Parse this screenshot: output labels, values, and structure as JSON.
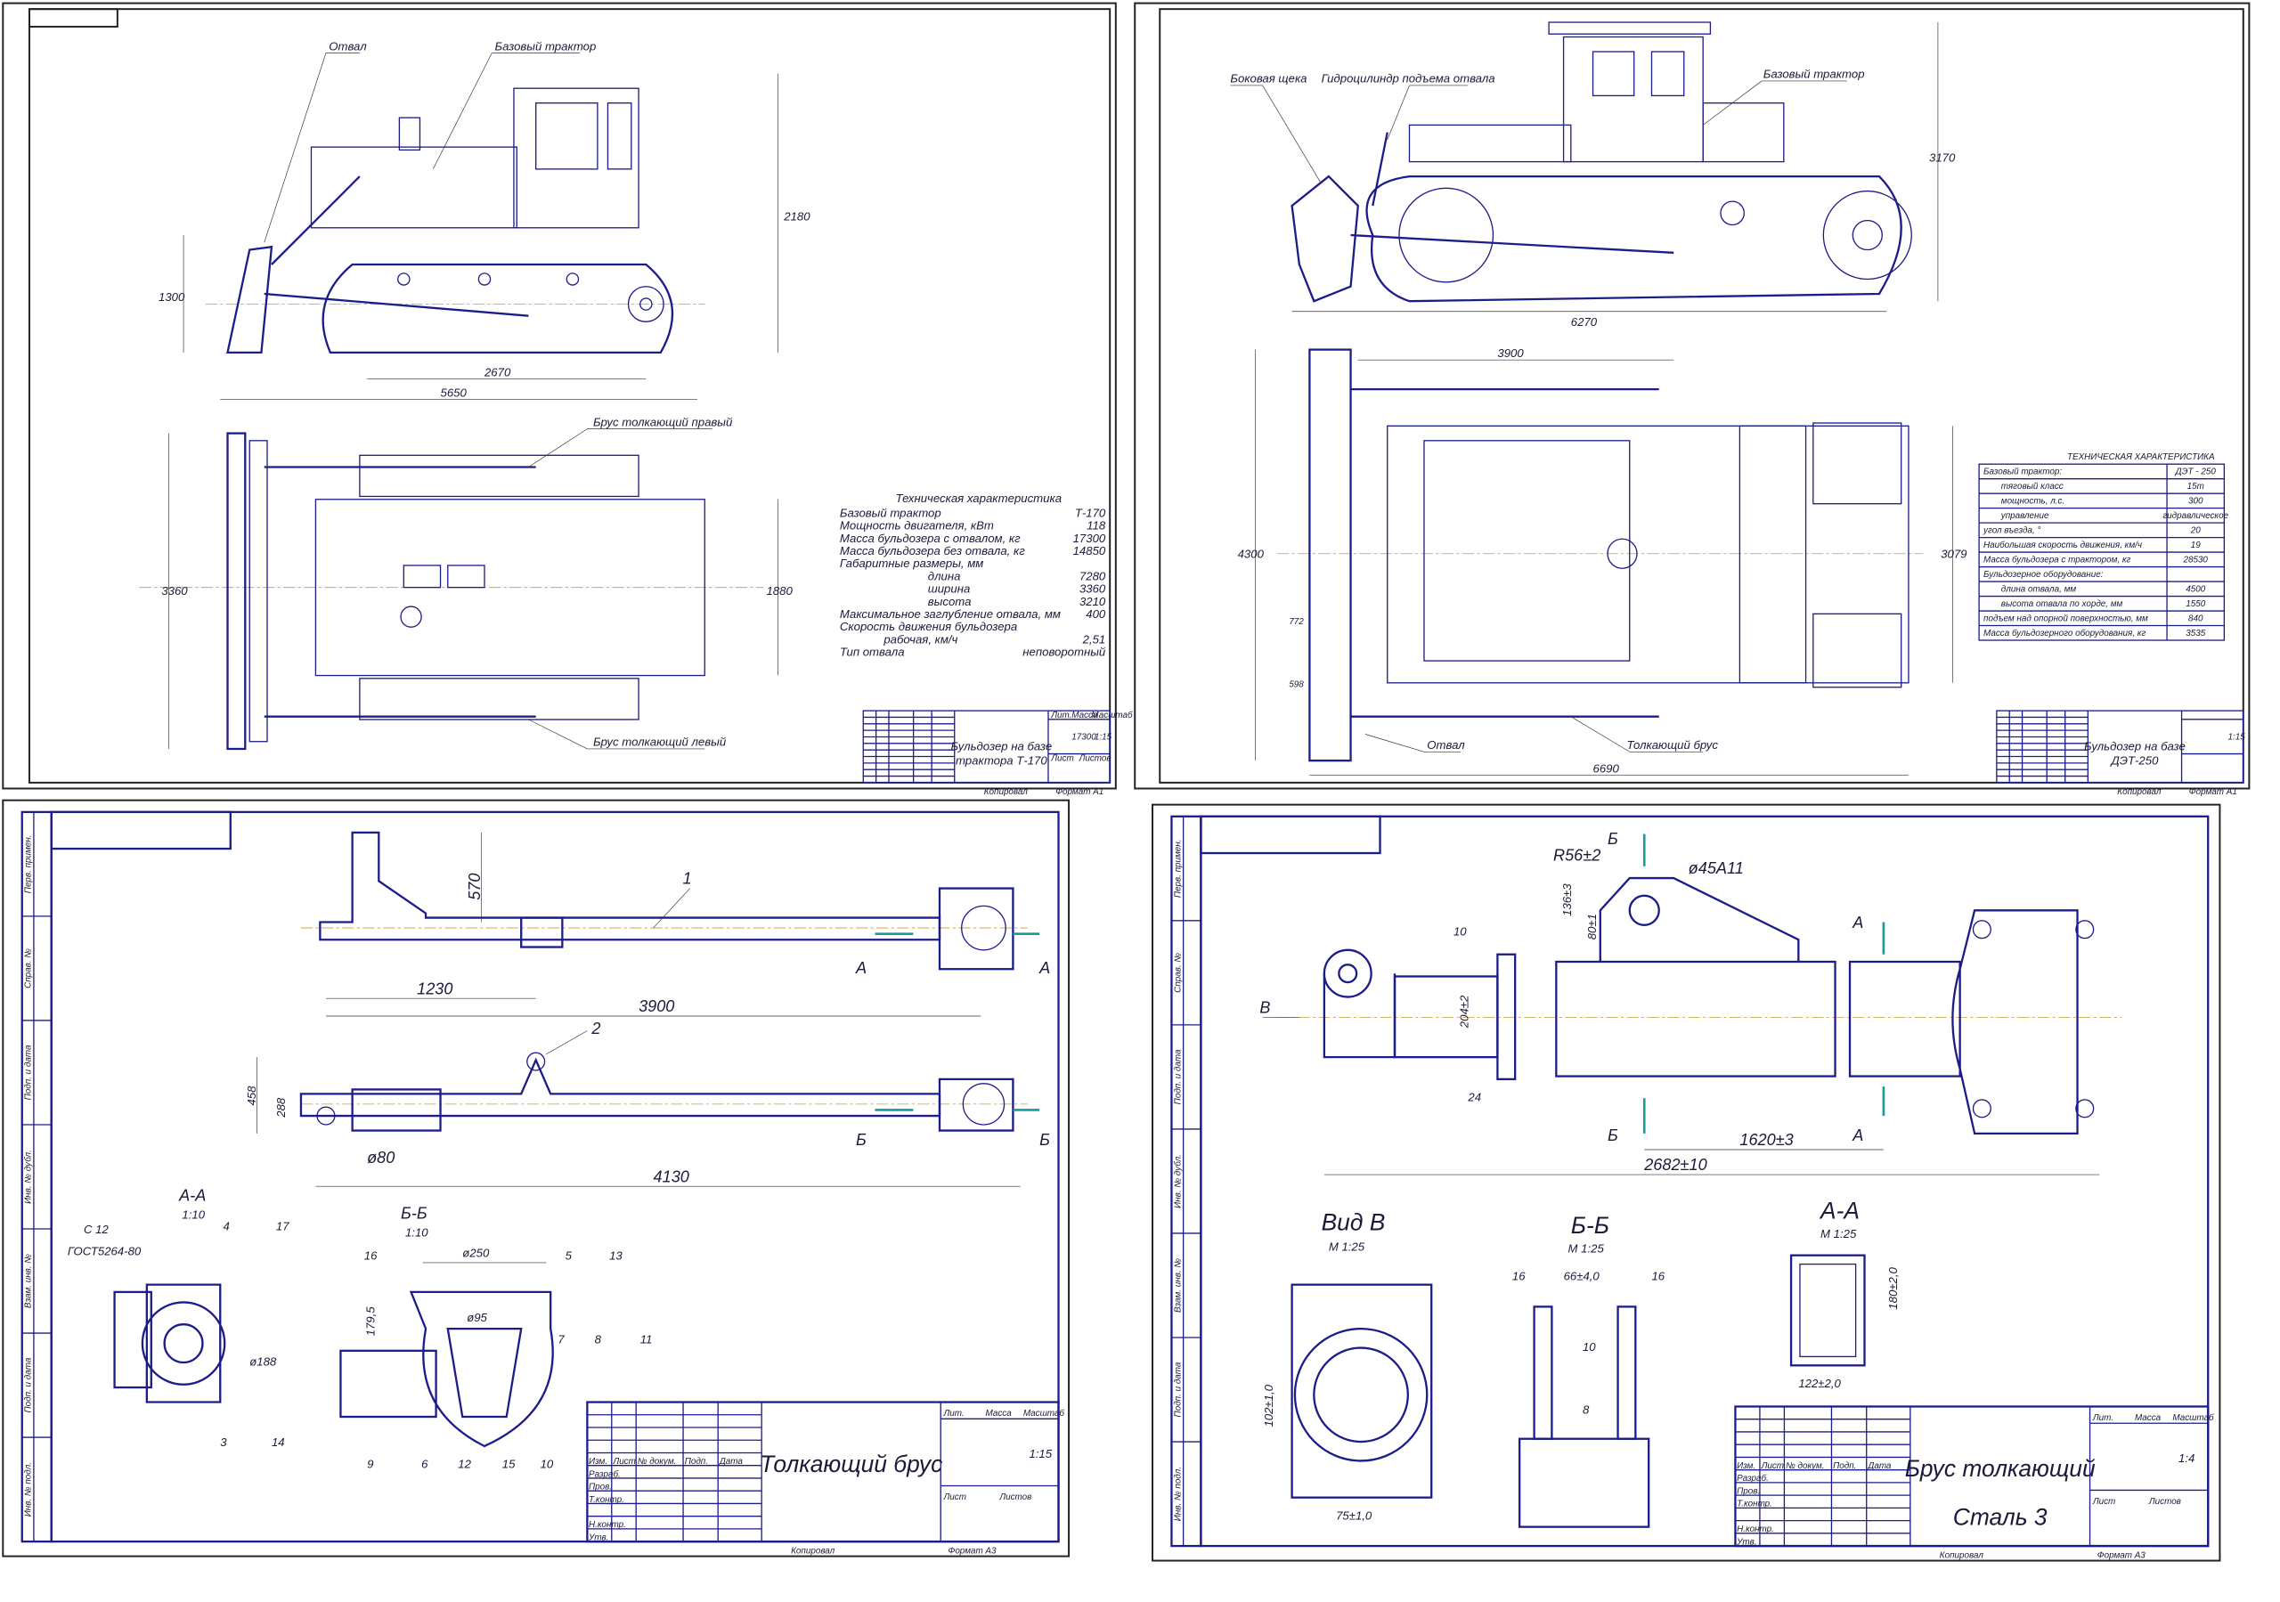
{
  "sheet1": {
    "callouts": {
      "blade": "Отвал",
      "base_tractor": "Базовый трактор",
      "right_bar": "Брус толкающий правый",
      "left_bar": "Брус толкающий левый"
    },
    "dims": {
      "d2670": "2670",
      "d5650": "5650",
      "d2180": "2180",
      "d1300": "1300",
      "d3360": "3360",
      "d1880": "1880"
    },
    "spec_title": "Техническая характеристика",
    "spec_rows": [
      {
        "label": "Базовый трактор",
        "value": "Т-170"
      },
      {
        "label": "Мощность двигателя, кВт",
        "value": "118"
      },
      {
        "label": "Масса бульдозера с отвалом, кг",
        "value": "17300"
      },
      {
        "label": "Масса бульдозера без отвала, кг",
        "value": "14850"
      },
      {
        "label": "Габаритные размеры, мм",
        "value": ""
      },
      {
        "label": "длина",
        "value": "7280"
      },
      {
        "label": "ширина",
        "value": "3360"
      },
      {
        "label": "высота",
        "value": "3210"
      },
      {
        "label": "Максимальное заглубление отвала, мм",
        "value": "400"
      },
      {
        "label": "Скорость движения бульдозера",
        "value": ""
      },
      {
        "label": "рабочая, км/ч",
        "value": "2,51"
      },
      {
        "label": "Тип отвала",
        "value": "неповоротный"
      }
    ],
    "title_block": {
      "title_line1": "Бульдозер на базе",
      "title_line2": "трактора Т-170",
      "mass": "17300",
      "scale": "1:15",
      "lit": "Лит.",
      "mass_h": "Масса",
      "scale_h": "Масштаб",
      "sheet": "Лист",
      "sheets": "Листов",
      "copied": "Копировал",
      "format": "Формат  А1"
    }
  },
  "sheet2": {
    "callouts": {
      "side_cheek": "Боковая щека",
      "lift_cylinder": "Гидроцилиндр подъема отвала",
      "base_tractor": "Базовый трактор",
      "blade": "Отвал",
      "push_bar": "Толкающий брус"
    },
    "dims": {
      "d6270": "6270",
      "d3900": "3900",
      "d6690": "6690",
      "d4300": "4300",
      "d3079": "3079",
      "d772": "772",
      "d598": "598",
      "d3170": "3170"
    },
    "spec_title": "ТЕХНИЧЕСКАЯ ХАРАКТЕРИСТИКА",
    "spec_rows": [
      {
        "label": "Базовый трактор:",
        "value": "ДЭТ - 250"
      },
      {
        "label": "тяговый класс",
        "value": "15т"
      },
      {
        "label": "мощность, л.с.",
        "value": "300"
      },
      {
        "label": "управление",
        "value": "гидравлическое"
      },
      {
        "label": "угол въезда, °",
        "value": "20"
      },
      {
        "label": "Наибольшая скорость движения, км/ч",
        "value": "19"
      },
      {
        "label": "Масса бульдозера с трактором, кг",
        "value": "28530"
      },
      {
        "label": "Бульдозерное оборудование:",
        "value": ""
      },
      {
        "label": "длина отвала, мм",
        "value": "4500"
      },
      {
        "label": "высота отвала по хорде, мм",
        "value": "1550"
      },
      {
        "label": "подъем над опорной поверхностью, мм",
        "value": "840"
      },
      {
        "label": "Масса бульдозерного оборудования, кг",
        "value": "3535"
      }
    ],
    "title_block": {
      "title_line1": "Бульдозер на базе",
      "title_line2": "ДЭТ-250",
      "scale": "1:15",
      "copied": "Копировал",
      "format": "Формат  А1"
    }
  },
  "sheet3": {
    "labels": {
      "pos1": "1",
      "pos2": "2",
      "secA": "А",
      "secB": "Б",
      "aa": "А-А",
      "aa_scale": "1:10",
      "bb": "Б-Б",
      "bb_scale": "1:10",
      "gost": "ГОСТ5264-80",
      "weld": "С  12",
      "p4": "4",
      "p17": "17",
      "p3": "3",
      "p14": "14",
      "p16": "16",
      "p5": "5",
      "p13": "13",
      "p7": "7",
      "p8": "8",
      "p11": "11",
      "p9": "9",
      "p6": "6",
      "p12": "12",
      "p15": "15",
      "p10": "10"
    },
    "dims": {
      "d570": "570",
      "d1230": "1230",
      "d3900": "3900",
      "d458": "458",
      "d288": "288",
      "d4130": "4130",
      "d80": "ø80",
      "d250": "ø250",
      "d95": "ø95",
      "d188": "ø188",
      "d1795": "179,5"
    },
    "side_labels": [
      "Перв. примен.",
      "Справ. №",
      "Подп. и дата",
      "Инв. № дубл.",
      "Взам. инв. №",
      "Подп. и дата",
      "Инв. № подл."
    ],
    "title_block": {
      "title": "Толкающий брус",
      "scale": "1:15",
      "lit": "Лит.",
      "mass_h": "Масса",
      "scale_h": "Масштаб",
      "sheet": "Лист",
      "sheets": "Листов",
      "roles": [
        "Изм.",
        "Лист",
        "№ докум.",
        "Подп.",
        "Дата"
      ],
      "people": [
        "Разраб.",
        "Пров.",
        "Т.контр.",
        "Н.контр.",
        "Утв."
      ],
      "copied": "Копировал",
      "format": "Формат  А3"
    }
  },
  "sheet4": {
    "labels": {
      "secB": "Б",
      "secA": "А",
      "viewB": "В",
      "vidV": "Вид В",
      "vidV_scale": "М 1:25",
      "bb": "Б-Б",
      "bb_scale": "М 1:25",
      "aa": "А-А",
      "aa_scale": "М 1:25",
      "w10": "10",
      "w8": "8"
    },
    "dims": {
      "r56": "R56±2",
      "d45": "ø45A11",
      "d136": "136±3",
      "d80": "80±1",
      "d204": "204±2",
      "d24": "24",
      "d1620": "1620±3",
      "d2682": "2682±10",
      "d16a": "16",
      "d66": "66±4,0",
      "d16b": "16",
      "d10": "10",
      "d180": "180±2,0",
      "d122": "122±2,0",
      "d102": "102±1,0",
      "d75": "75±1,0"
    },
    "side_labels": [
      "Перв. примен.",
      "Справ. №",
      "Подп. и дата",
      "Инв. № дубл.",
      "Взам. инв. №",
      "Подп. и дата",
      "Инв. № подл."
    ],
    "title_block": {
      "title": "Брус толкающий",
      "material": "Сталь 3",
      "scale": "1:4",
      "lit": "Лит.",
      "mass_h": "Масса",
      "scale_h": "Масштаб",
      "sheet": "Лист",
      "sheets": "Листов",
      "roles": [
        "Изм.",
        "Лист",
        "№ докум.",
        "Подп.",
        "Дата"
      ],
      "people": [
        "Разраб.",
        "Пров.",
        "Т.контр.",
        "Н.контр.",
        "Утв."
      ],
      "copied": "Копировал",
      "format": "Формат  А3"
    }
  }
}
